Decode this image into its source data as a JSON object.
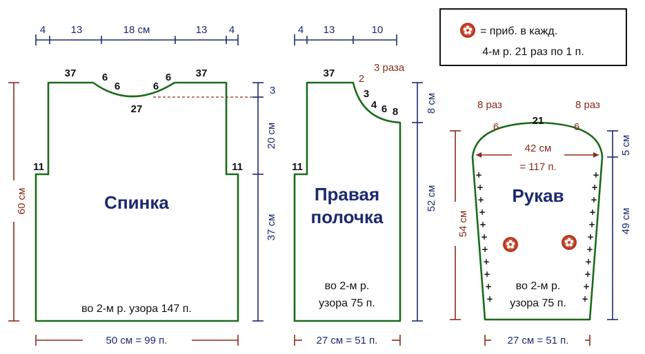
{
  "colors": {
    "outline": "#1a6a1a",
    "dimension_navy": "#1b2a6e",
    "dimension_red": "#8a2a1a",
    "flower": "#b53a1f",
    "text": "#111111"
  },
  "legend": {
    "symbol": "flower-icon",
    "line1": "= приб. в кажд.",
    "line2": "4-м р. 21 раз по 1 п."
  },
  "back": {
    "label": "Спинка",
    "top_widths": [
      "4",
      "13",
      "18 см",
      "13",
      "4"
    ],
    "neck": {
      "shoulder_left": "37",
      "shoulder_right": "37",
      "a": "6",
      "b": "6",
      "c": "6",
      "d": "6",
      "center": "27"
    },
    "armhole_left": "11",
    "armhole_right": "11",
    "right_heights": [
      "3",
      "20 см",
      "37 см"
    ],
    "left_height": "60 см",
    "note": "во 2-м р. узора 147 п.",
    "bottom": "50 см = 99 п."
  },
  "front": {
    "label_line1": "Правая",
    "label_line2": "полочка",
    "top_widths": [
      "4",
      "13",
      "10"
    ],
    "shoulder": "37",
    "neck_top": "2",
    "neck_top_note": "3 раза",
    "neck_steps": [
      "3",
      "4",
      "6",
      "8"
    ],
    "armhole": "11",
    "right_heights": [
      "8 см",
      "52 см"
    ],
    "note_line1": "во 2-м р.",
    "note_line2": "узора 75 п.",
    "bottom": "27 см = 51 п."
  },
  "sleeve": {
    "label": "Рукав",
    "cap_center": "21",
    "cap_left": "6",
    "cap_right": "6",
    "cap_left_note": "8 раз",
    "cap_right_note": "8 раз",
    "width_line1": "42 см",
    "width_line2": "= 117 п.",
    "left_height": "54 см",
    "right_heights": [
      "5 см",
      "49 см"
    ],
    "plus_sign": "+",
    "note_line1": "во 2-м р.",
    "note_line2": "узора 75 п.",
    "bottom": "27 см = 51 п."
  }
}
